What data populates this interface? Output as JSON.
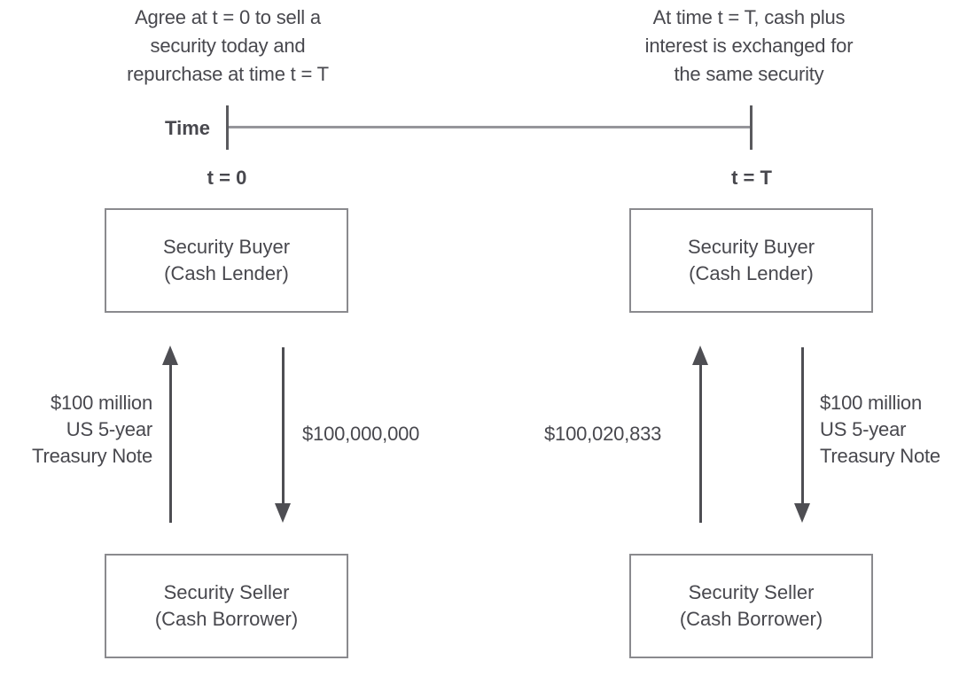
{
  "diagram": {
    "annotations": {
      "left": "Agree at t = 0 to sell a\nsecurity today and\nrepurchase at time t = T",
      "right": "At time t = T, cash plus\ninterest is exchanged for\nthe same security"
    },
    "timeline": {
      "axis_label": "Time",
      "start_label": "t = 0",
      "end_label": "t = T"
    },
    "t0": {
      "buyer_box": "Security Buyer\n(Cash Lender)",
      "seller_box": "Security Seller\n(Cash Borrower)",
      "security_flow_label": "$100 million\nUS 5-year\nTreasury Note",
      "cash_flow_label": "$100,000,000"
    },
    "tT": {
      "buyer_box": "Security Buyer\n(Cash Lender)",
      "seller_box": "Security Seller\n(Cash Borrower)",
      "security_flow_label": "$100 million\nUS 5-year\nTreasury Note",
      "cash_flow_label": "$100,020,833"
    },
    "colors": {
      "text_color": "#48484e",
      "line_color": "#4e4e53",
      "timeline_color": "#96969a",
      "tick_color": "#5a5a5e",
      "box_border": "#8a8a8e",
      "bg": "#ffffff"
    }
  }
}
